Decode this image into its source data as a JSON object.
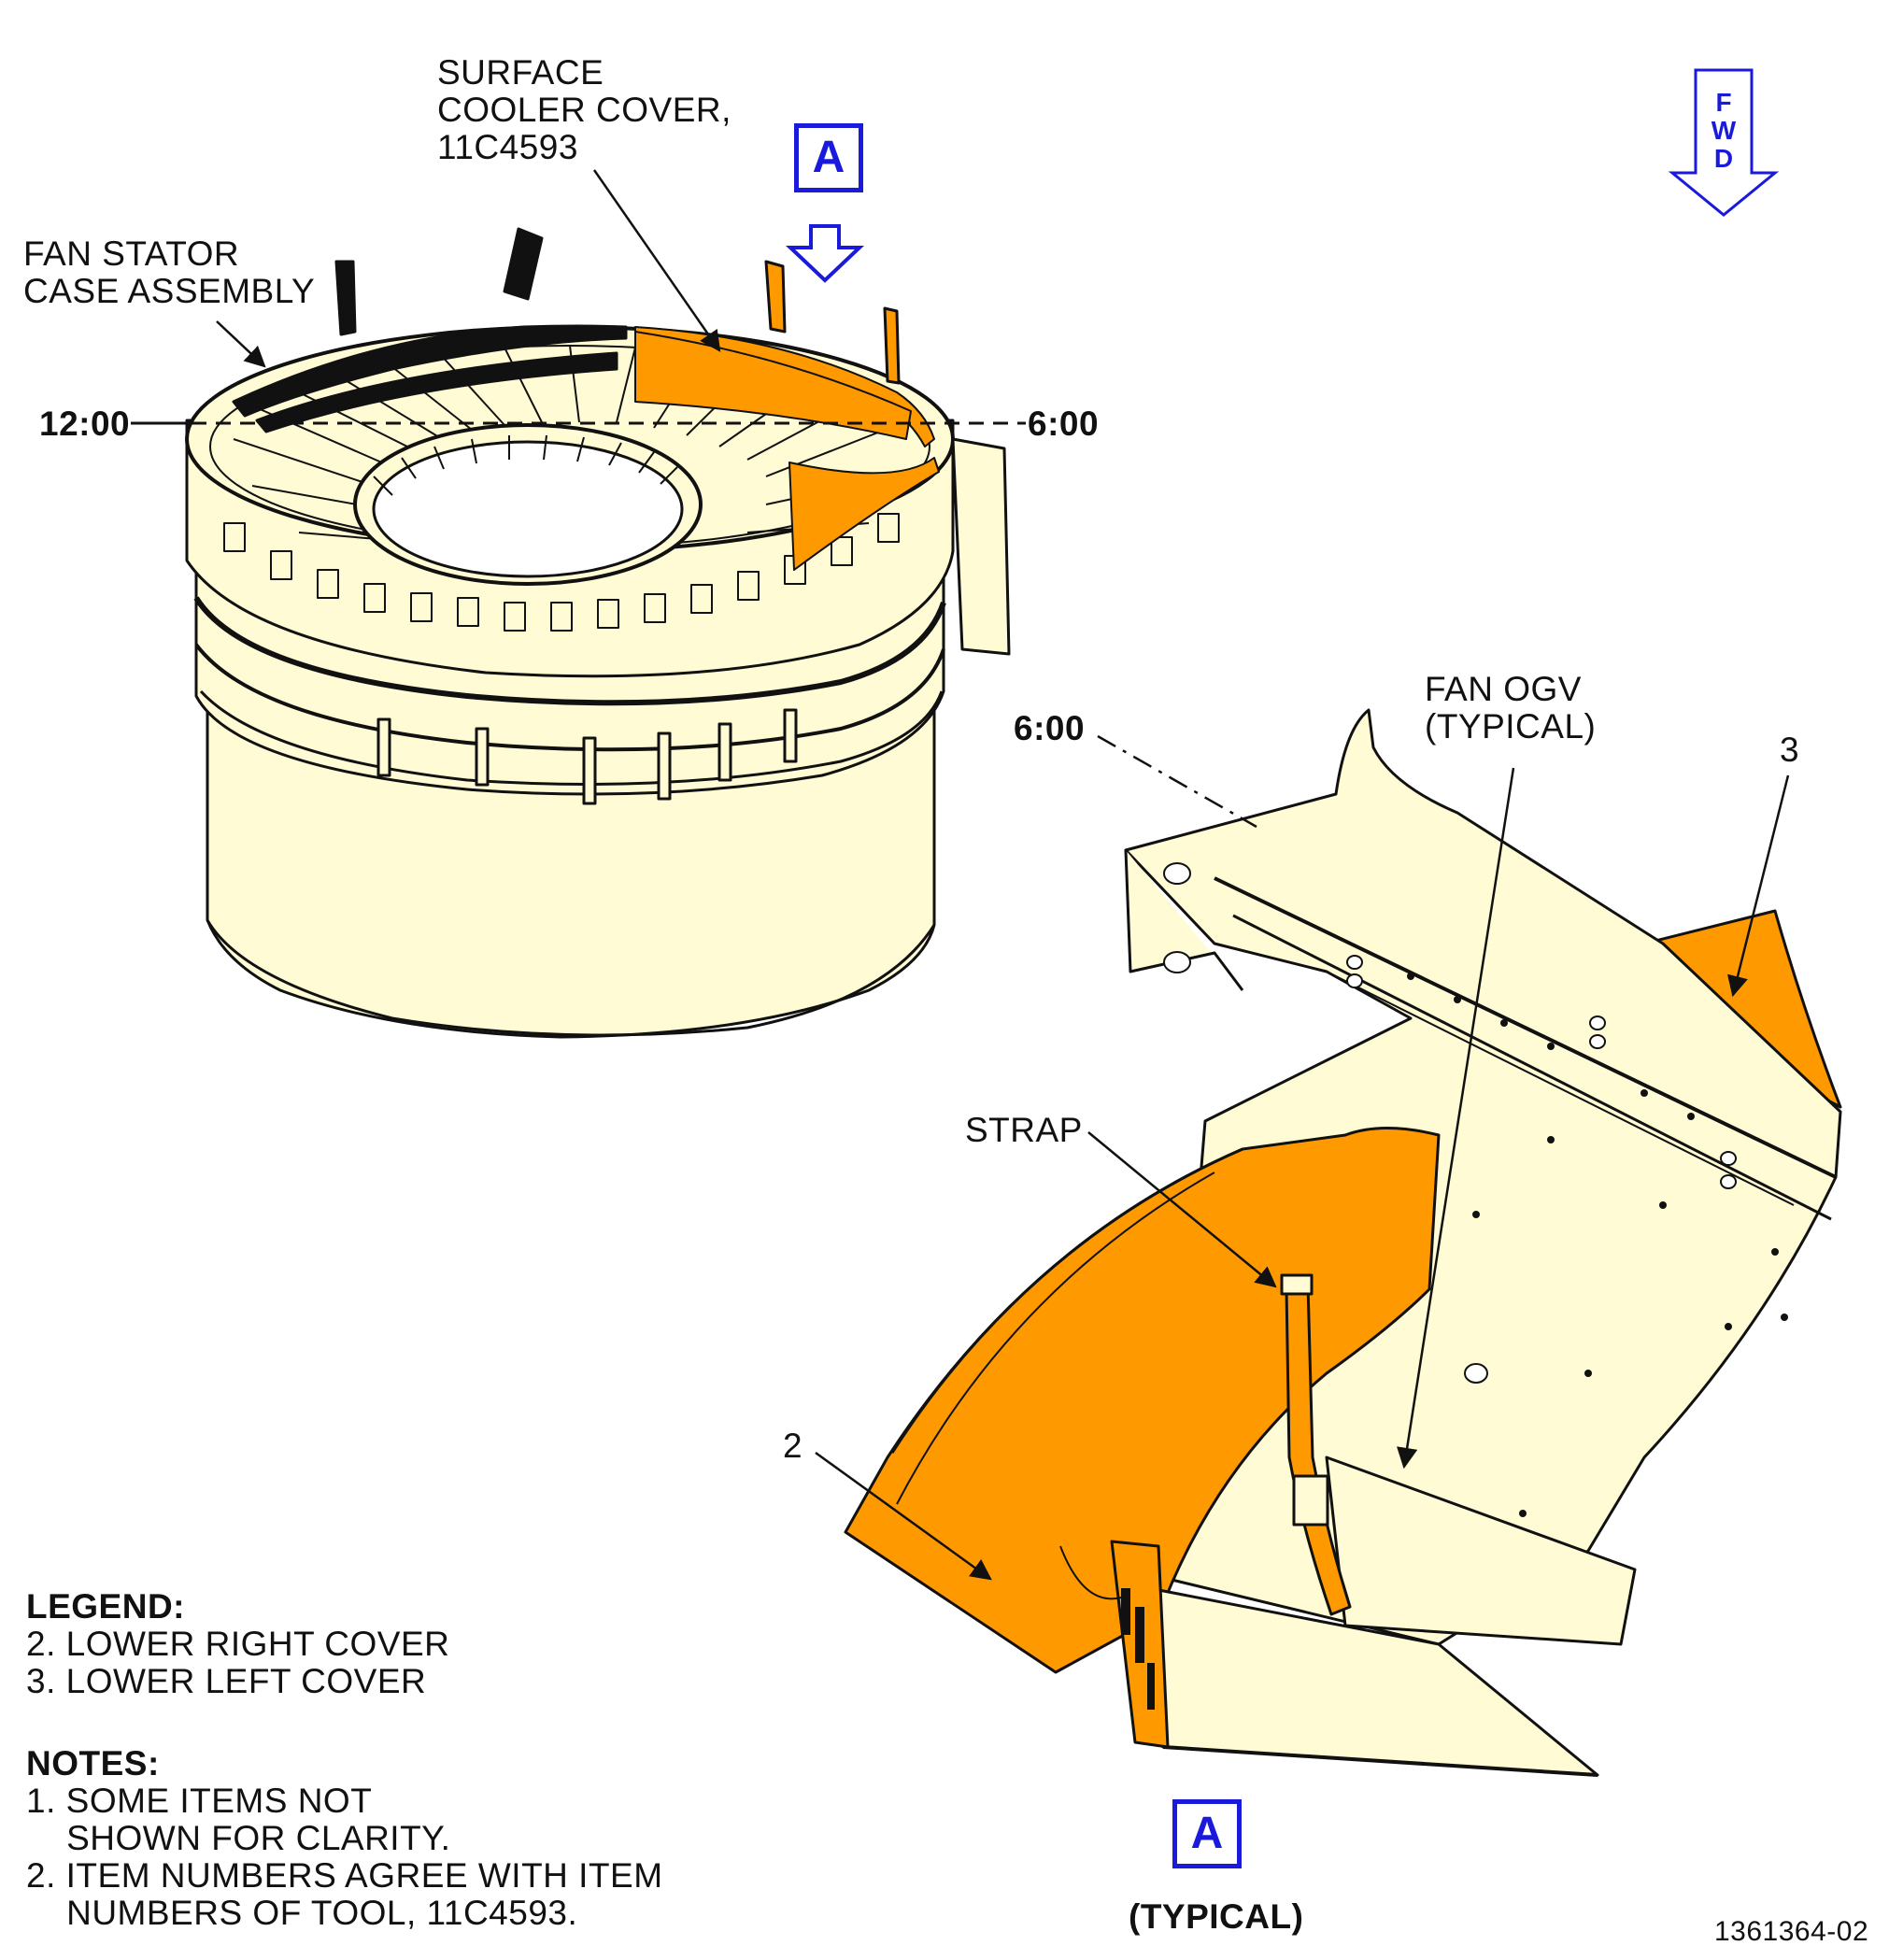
{
  "labels": {
    "surface_cooler_cover": "SURFACE\nCOOLER COVER,\n11C4593",
    "fan_stator_case": "FAN STATOR\nCASE ASSEMBLY",
    "clock_12": "12:00",
    "clock_6_top": "6:00",
    "clock_6_detail": "6:00",
    "fan_ogv": "FAN OGV\n(TYPICAL)",
    "strap": "STRAP",
    "item_2": "2",
    "item_3": "3",
    "view_marker_top": "A",
    "view_marker_bottom": "A",
    "view_caption": "(TYPICAL)",
    "fwd": [
      "F",
      "W",
      "D"
    ],
    "figure_number": "1361364-02"
  },
  "legend": {
    "title": "LEGEND:",
    "items": [
      "2. LOWER RIGHT COVER",
      "3. LOWER LEFT COVER"
    ]
  },
  "notes": {
    "title": "NOTES:",
    "items": [
      "1. SOME ITEMS NOT\n    SHOWN FOR CLARITY.",
      "2. ITEM NUMBERS AGREE WITH ITEM\n    NUMBERS OF TOOL, 11C4593."
    ]
  },
  "colors": {
    "cover_orange": "#ff9900",
    "part_cream": "#fffbd4",
    "callout_blue": "#1a1adb",
    "line_black": "#111111"
  }
}
